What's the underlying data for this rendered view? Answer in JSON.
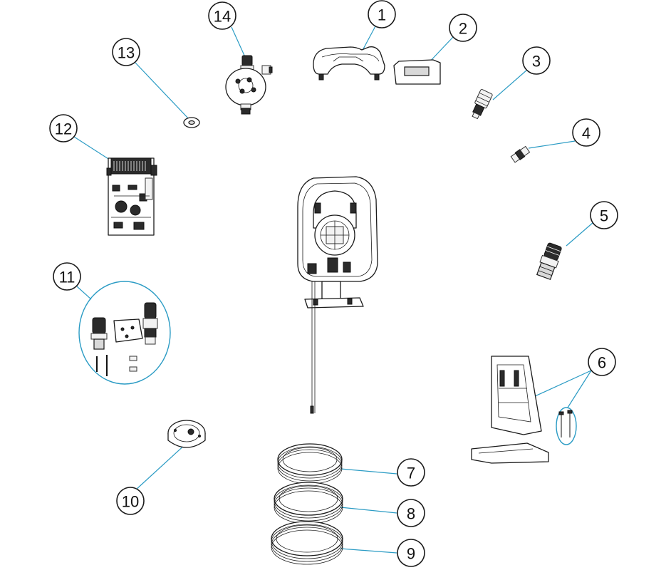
{
  "callouts": [
    {
      "id": "1",
      "label": "1"
    },
    {
      "id": "2",
      "label": "2"
    },
    {
      "id": "3",
      "label": "3"
    },
    {
      "id": "4",
      "label": "4"
    },
    {
      "id": "5",
      "label": "5"
    },
    {
      "id": "6",
      "label": "6"
    },
    {
      "id": "7",
      "label": "7"
    },
    {
      "id": "8",
      "label": "8"
    },
    {
      "id": "9",
      "label": "9"
    },
    {
      "id": "10",
      "label": "10"
    },
    {
      "id": "11",
      "label": "11"
    },
    {
      "id": "12",
      "label": "12"
    },
    {
      "id": "13",
      "label": "13"
    },
    {
      "id": "14",
      "label": "14"
    }
  ],
  "colors": {
    "leader": "#2a9bc4",
    "outline": "#1a1a1a",
    "background": "#ffffff"
  }
}
